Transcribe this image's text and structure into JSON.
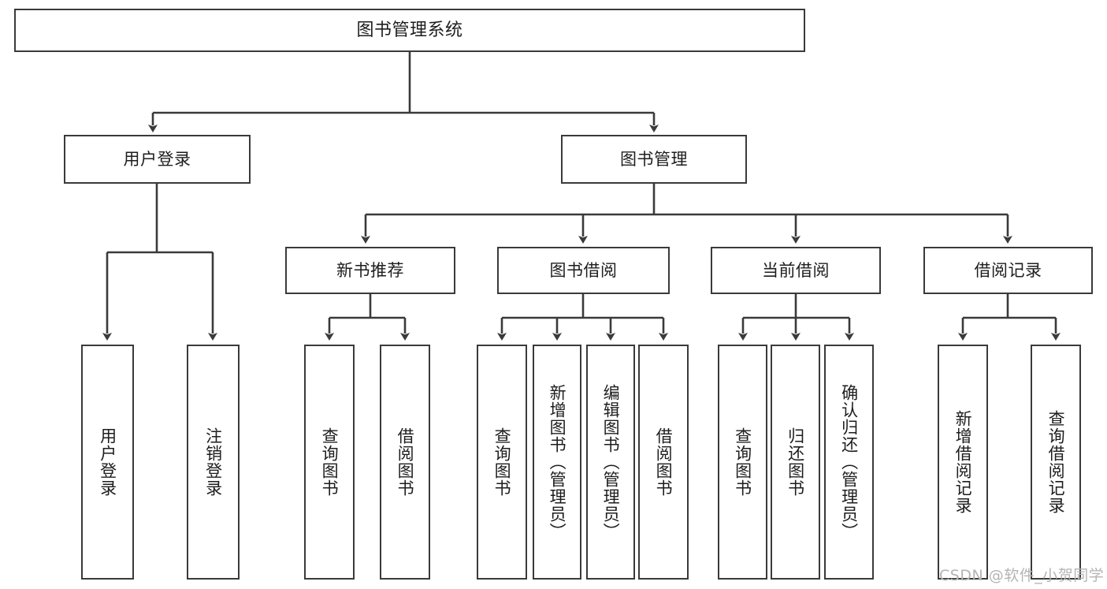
{
  "diagram": {
    "title": "图书管理系统",
    "type": "tree-hierarchy",
    "stroke_color": "#3a3a3a",
    "text_color": "#1d1d1d",
    "background": "#ffffff",
    "watermark": "CSDN @软件_小贺同学",
    "watermark_color": "#b4b4b4"
  },
  "nodes": {
    "root": {
      "label": "图书管理系统"
    },
    "level2": [
      {
        "id": "user-login",
        "label": "用户登录"
      },
      {
        "id": "book-management",
        "label": "图书管理"
      }
    ],
    "level3": [
      {
        "id": "new-book-recommend",
        "label": "新书推荐"
      },
      {
        "id": "book-borrow",
        "label": "图书借阅"
      },
      {
        "id": "current-borrow",
        "label": "当前借阅"
      },
      {
        "id": "borrow-record",
        "label": "借阅记录"
      }
    ],
    "leaves": {
      "user_login": [
        {
          "id": "leaf-user-login",
          "label": "用户登录"
        },
        {
          "id": "leaf-user-logout",
          "label": "注销登录"
        }
      ],
      "new_book_recommend": [
        {
          "id": "leaf-query-book-1",
          "label": "查询图书"
        },
        {
          "id": "leaf-borrow-book-1",
          "label": "借阅图书"
        }
      ],
      "book_borrow": [
        {
          "id": "leaf-query-book-2",
          "label": "查询图书"
        },
        {
          "id": "leaf-add-book",
          "label": "新增图书（管理员）"
        },
        {
          "id": "leaf-edit-book",
          "label": "编辑图书（管理员）"
        },
        {
          "id": "leaf-borrow-book-2",
          "label": "借阅图书"
        }
      ],
      "current_borrow": [
        {
          "id": "leaf-query-book-3",
          "label": "查询图书"
        },
        {
          "id": "leaf-return-book",
          "label": "归还图书"
        },
        {
          "id": "leaf-confirm-return",
          "label": "确认归还（管理员）"
        }
      ],
      "borrow_record": [
        {
          "id": "leaf-add-record",
          "label": "新增借阅记录"
        },
        {
          "id": "leaf-query-record",
          "label": "查询借阅记录"
        }
      ]
    }
  }
}
